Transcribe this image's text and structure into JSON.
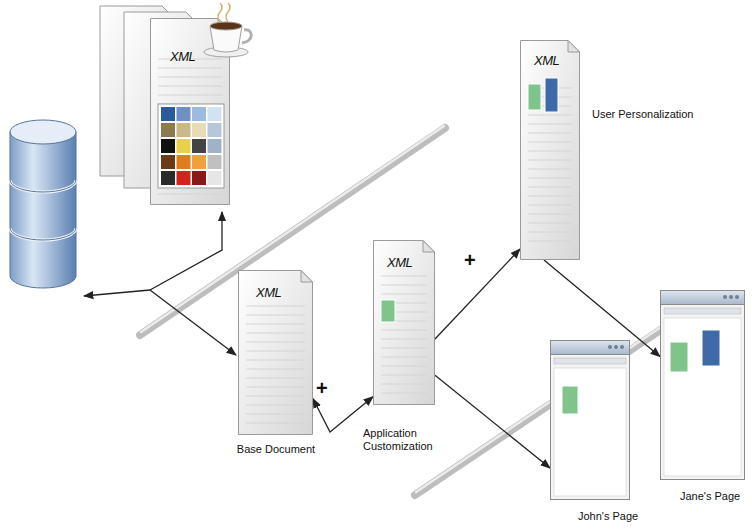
{
  "diagram": {
    "nodes": [
      {
        "text": [
          "XML"
        ]
      },
      {
        "text": [
          "XML",
          "Base Document"
        ]
      },
      {
        "text": [
          "XML",
          "Application Customization"
        ]
      },
      {
        "text": [
          "XML",
          "User Personalization"
        ]
      },
      {
        "text": [
          "Jane's Page"
        ]
      },
      {
        "text": [
          "John's Page"
        ]
      }
    ],
    "edges": [
      {
        "from": 1,
        "to": 2,
        "arrow": "both",
        "label": "+"
      },
      {
        "from": 2,
        "to": 3,
        "arrow": "to",
        "label": "+"
      },
      {
        "from": 2,
        "to": 5,
        "arrow": "to"
      },
      {
        "from": 3,
        "to": 4,
        "arrow": "to"
      }
    ]
  }
}
